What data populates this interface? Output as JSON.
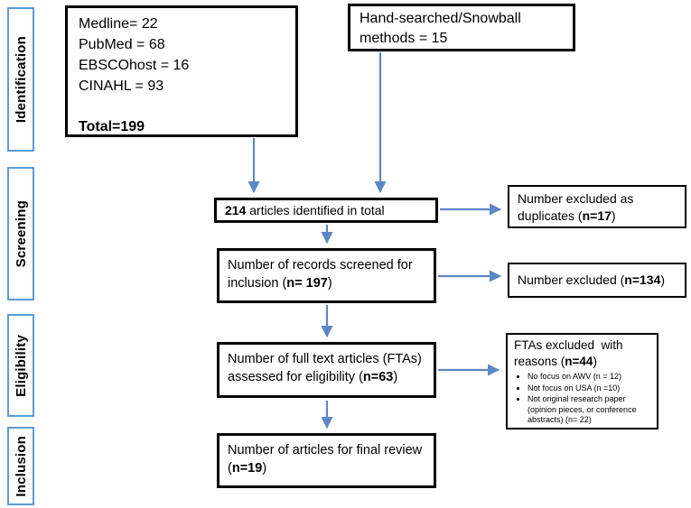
{
  "diagram": {
    "type": "prisma-flow",
    "colors": {
      "arrow": "#5B87C5",
      "stage_border": "#5B9BD5",
      "box_border": "#000000",
      "background": "#FFFFFF",
      "text": "#000000"
    }
  },
  "stages": [
    {
      "label": "Identification"
    },
    {
      "label": "Screening"
    },
    {
      "label": "Eligibility"
    },
    {
      "label": "Inclusion"
    }
  ],
  "sources": {
    "lines": [
      "Medline= 22",
      "PubMed = 68",
      "EBSCOhost = 16",
      "CINAHL = 93"
    ],
    "total": "Total=199"
  },
  "hand_search": {
    "text": "Hand-searched/Snowball methods = 15"
  },
  "identified": {
    "bold": "214",
    "rest": " articles identified in total"
  },
  "screened": {
    "pre": "Number of records screened for inclusion (",
    "bold": "n= 197",
    "post": ")"
  },
  "full_text": {
    "pre": "Number of full text articles (FTAs) assessed for eligibility (",
    "bold": "n=63",
    "post": ")"
  },
  "final_review": {
    "pre": "Number of articles for final review (",
    "bold": "n=19",
    "post": ")"
  },
  "excluded_duplicates": {
    "pre": "Number excluded as duplicates (",
    "bold": "n=17",
    "post": ")"
  },
  "excluded_screening": {
    "pre": "Number excluded (",
    "bold": "n=134",
    "post": ")"
  },
  "excluded_fta": {
    "title_pre": "FTAs excluded  with reasons (",
    "title_bold": "n=44",
    "title_post": ")",
    "reasons": [
      "No focus on AWV (n = 12)",
      "Not focus on USA (n =10)",
      "Not original research paper (opinion pieces, or conference abstracts) (n= 22)"
    ]
  }
}
